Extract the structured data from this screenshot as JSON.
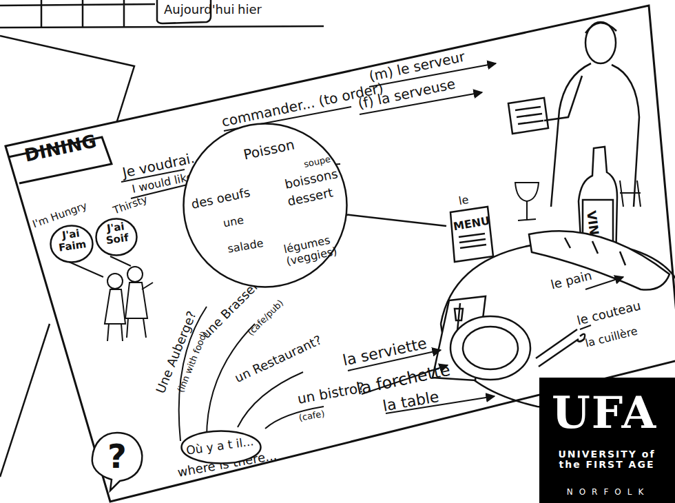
{
  "diagram": {
    "title": "DINING",
    "nodes": [
      {
        "text": [
          "J'ai Faim"
        ]
      },
      {
        "text": [
          "J'ai Soif"
        ]
      },
      {
        "text": [
          "Poisson",
          "soupe",
          "des oeufs",
          "boissons",
          "dessert",
          "une salade",
          "légumes (veggies)"
        ]
      },
      {
        "text": [
          "le",
          "MENU"
        ]
      },
      {
        "text": [
          "Où y a t il..."
        ]
      },
      {
        "text": [
          "?"
        ]
      },
      {
        "text": [
          "UFA",
          "UNIVERSITY of the FIRST AGE",
          "NORFOLK"
        ]
      }
    ],
    "edges": [
      {
        "from": 2,
        "to": 3,
        "arrow": "none"
      }
    ],
    "labels": [
      "Aujourd'hui",
      "hier",
      "Je voudrai...",
      "I would like",
      "commander... (to order)",
      "(m) le serveur",
      "(f) la serveuse",
      "VIN",
      "I'm Hungry",
      "Thirsty",
      "le pain",
      "le couteau",
      "la cuillère",
      "la serviette",
      "la forchette",
      "la table",
      "Une Auberge?",
      "(inn with food)",
      "une Brasserie?",
      "(cafe/pub)",
      "un Restaurant?",
      "un bistro?",
      "(cafe)",
      "where is there..."
    ]
  }
}
